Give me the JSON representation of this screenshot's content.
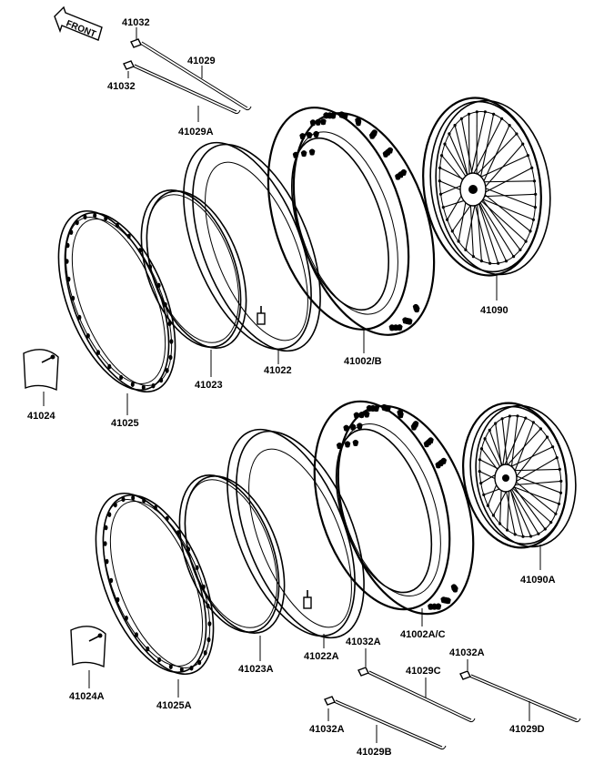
{
  "front_label": "FRONT",
  "labels": {
    "p41032_top": "41032",
    "p41029": "41029",
    "p41032_mid": "41032",
    "p41029A": "41029A",
    "p41090": "41090",
    "p41024": "41024",
    "p41025": "41025",
    "p41023": "41023",
    "p41022": "41022",
    "p41002B": "41002/B",
    "p41090A": "41090A",
    "p41024A": "41024A",
    "p41025A": "41025A",
    "p41023A": "41023A",
    "p41022A": "41022A",
    "p41002AC": "41002A/C",
    "p41032A_1": "41032A",
    "p41032A_2": "41032A",
    "p41029C": "41029C",
    "p41029D": "41029D",
    "p41032A_3": "41032A",
    "p41029B": "41029B"
  }
}
